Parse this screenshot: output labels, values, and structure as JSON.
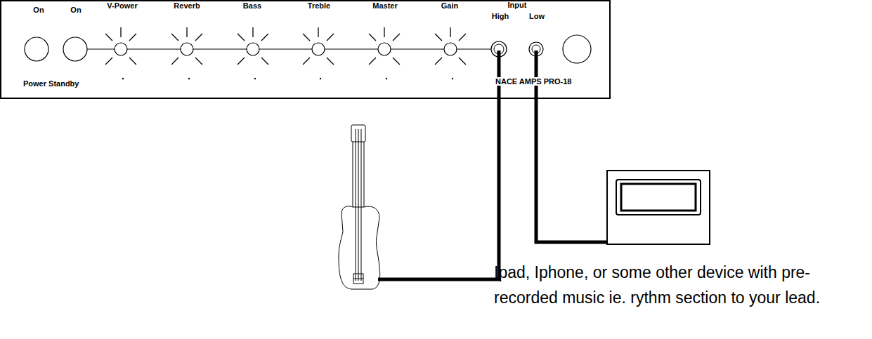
{
  "diagram": {
    "nodes": [
      {
        "text": [
          "On",
          "On",
          "V-Power",
          "Reverb",
          "Bass",
          "Treble",
          "Master",
          "Gain",
          "Input",
          "High",
          "Low",
          "Power Standby",
          "NACE AMPS PRO-18"
        ]
      }
    ],
    "labels": [
      "Ipad, Iphone, or some other device with pre-recorded music ie. rythm section to your lead."
    ]
  }
}
